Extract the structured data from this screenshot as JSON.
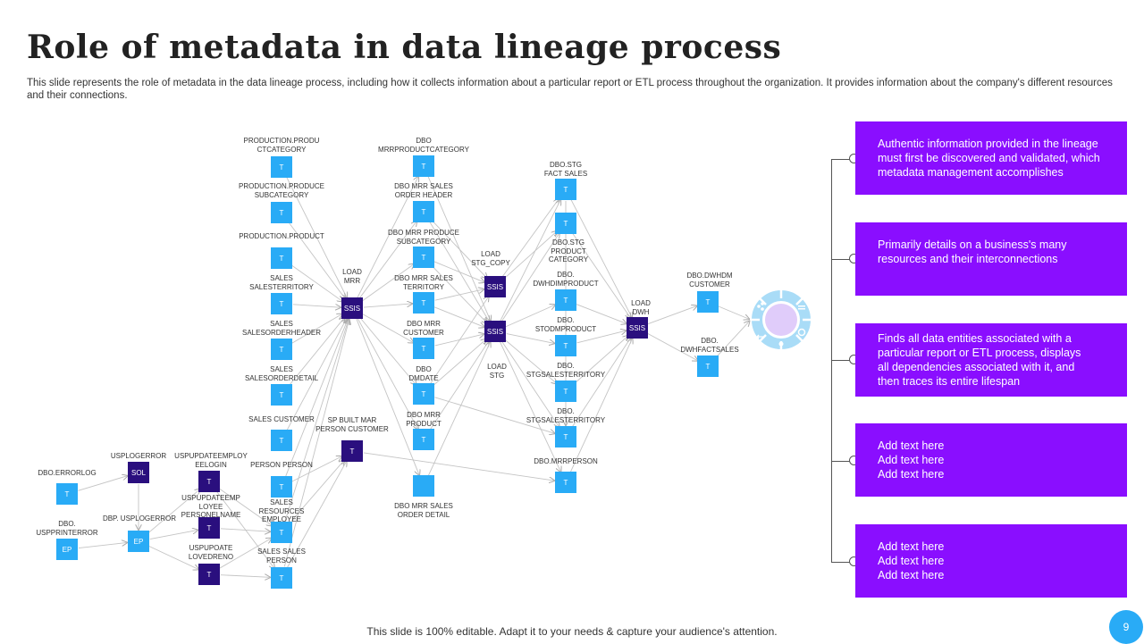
{
  "title": "Role of metadata in data lineage process",
  "subtitle": "This slide represents the role of metadata in the data lineage process, including how it collects information about a particular report or ETL process throughout the organization. It provides information about the company's different resources and their connections.",
  "labels": {
    "prod_cat": [
      "PRODUCTION.PRODU",
      "CTCATEGORY"
    ],
    "prod_subcat": [
      "PRODUCTION.PRODUCE",
      "SUBCATEGORY"
    ],
    "prod_product": [
      "PRODUCTION.PRODUCT"
    ],
    "sales_territory": [
      "SALES",
      "SALESTERRITORY"
    ],
    "sales_orderheader": [
      "SALES",
      "SALESORDERHEADER"
    ],
    "sales_orderdetail": [
      "SALES",
      "SALESORDERDETAIL"
    ],
    "sales_customer": [
      "SALES  CUSTOMER"
    ],
    "person_person": [
      "PERSON  PERSON"
    ],
    "sales_resources": [
      "SALES",
      "RESOURCES",
      "EMPLOYEE"
    ],
    "sales_person": [
      "SALES  SALES",
      "PERSON"
    ],
    "load_mrr": [
      "LOAD",
      "MRR"
    ],
    "sp_built": [
      "SP BUILT MAR",
      "PERSON CUSTOMER"
    ],
    "dbo_mrrprodcat": [
      "DBO",
      "MRRPRODUCTCATEGORY"
    ],
    "dbo_mrr_orderheader": [
      "DBO MRR SALES",
      "ORDER HEADER"
    ],
    "dbo_mrr_prodsubcat": [
      "DBO MRR PRODUCE",
      "SUBCATEGORY"
    ],
    "dbo_mrr_territory": [
      "DBO MRR SALES",
      "TERRITORY"
    ],
    "dbo_mrr_customer": [
      "DBO MRR",
      "CUSTOMER"
    ],
    "dbo_dmdate": [
      "DBO",
      "DMDATE"
    ],
    "dbo_mrr_product": [
      "DBO MRR",
      "PRODUCT"
    ],
    "dbo_mrr_orderdetail": [
      "DBO MRR SALES",
      "ORDER DETAIL"
    ],
    "load_stg_copy": [
      "LOAD",
      "STG_COPY"
    ],
    "load_stg": [
      "LOAD",
      "STG"
    ],
    "dbo_stg_fact": [
      "DBO.STG",
      "FACT SALES"
    ],
    "dbo_stg_prodcat": [
      "DBO.STG",
      "PRODUCT",
      "CATEGORY"
    ],
    "dbo_dwhdimproduct": [
      "DBO.",
      "DWHDIMPRODUCT"
    ],
    "dbo_stodmproduct": [
      "DBO.",
      "STODMPRODUCT"
    ],
    "dbo_stgsalesterritory1": [
      "DBO.",
      "STGSALESTERRITORY"
    ],
    "dbo_stgsalesterritory2": [
      "DBO.",
      "STGSALESTERRITORY"
    ],
    "dbo_mrrperson": [
      "DBO.MRRPERSON"
    ],
    "load_dwh": [
      "LOAD",
      "DWH"
    ],
    "dbo_dwhdm_customer": [
      "DBO.DWHDM",
      "CUSTOMER"
    ],
    "dbo_dwhfactsales": [
      "DBO.",
      "DWHFACTSALES"
    ],
    "usplogerror": [
      "USPLOGERROR"
    ],
    "uspupdate_employee": [
      "USPUPDATEEMPLOY",
      "EELOGIN"
    ],
    "uspupdate_personnel": [
      "USPUPDATEEMP",
      "LOYEE",
      "PERSONELNAME"
    ],
    "uspupdate_loved": [
      "USPUPOATE",
      "LOVEDRENO"
    ],
    "dbo_errorlog": [
      "DBO.ERRORLOG"
    ],
    "dbo_uspprinterror": [
      "DBO.",
      "USPPRINTERROR"
    ],
    "dbp_usplogerror": [
      "DBP.  USPLOGERROR"
    ]
  },
  "nodes": {
    "table": "T",
    "ssis": "SSIS",
    "sol": "SOL",
    "ep": "EP"
  },
  "info_boxes": [
    [
      "Authentic information provided  in the lineage",
      "must first  be discovered  and validated,  which",
      "metadata  management  accomplishes"
    ],
    [
      "Primarily details on a business's many",
      "resources and their interconnections"
    ],
    [
      "Finds all data entities associated with a",
      "particular report  or ETL  process, displays",
      "all dependencies  associated with it, and",
      "then traces its entire lifespan"
    ],
    [
      "Add text here",
      "Add text here",
      "Add text here"
    ],
    [
      "Add text here",
      "Add text here",
      "Add text here"
    ]
  ],
  "footer": "This slide is 100% editable. Adapt it to your needs & capture your audience's attention.",
  "page_number": "9",
  "colors": {
    "node_light": "#29abf6",
    "node_dark": "#2a0f7e",
    "box_purple": "#8a0eff",
    "circle_ring": "#a9dcf7",
    "circle_center": "#e0ccfa"
  },
  "icons": [
    "share-icon",
    "info-icon",
    "menu-icon",
    "refresh-icon",
    "lightbulb-icon",
    "arrows-icon"
  ]
}
